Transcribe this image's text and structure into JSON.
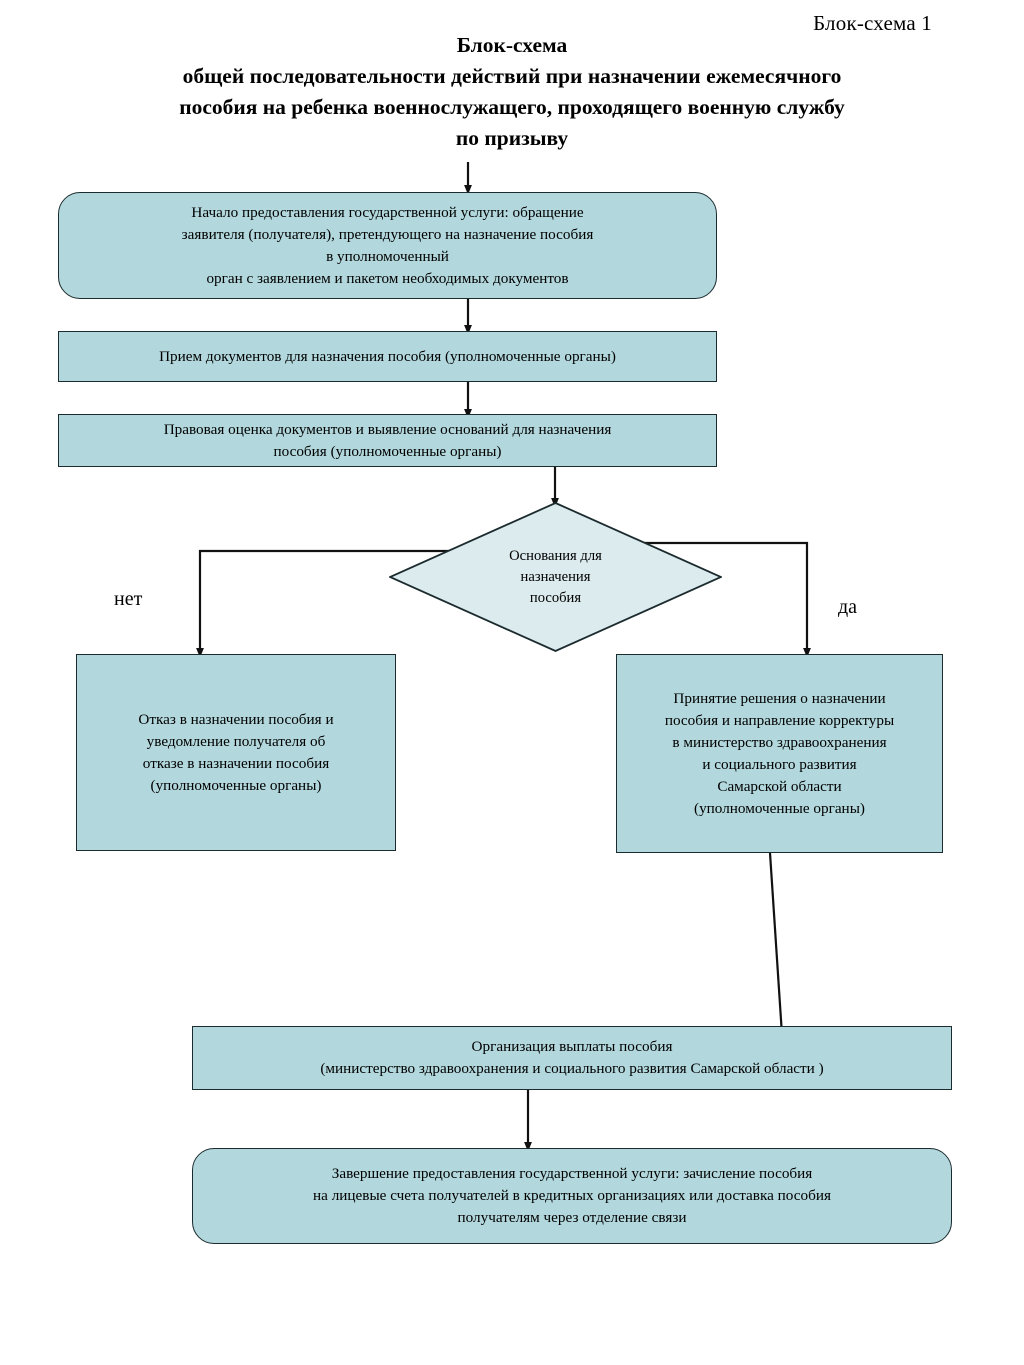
{
  "document": {
    "corner_label": "Блок-схема 1",
    "title": {
      "line1": "Блок-схема",
      "line2": "общей последовательности действий при назначении ежемесячного",
      "line3": "пособия на ребенка военнослужащего, проходящего военную службу",
      "line4": "по призыву"
    }
  },
  "palette": {
    "node_fill": "#b2d8dd",
    "diamond_fill": "#dcebee",
    "stroke": "#1b2b2e",
    "text": "#000000",
    "background": "#ffffff"
  },
  "flowchart": {
    "type": "flowchart",
    "nodes": [
      {
        "id": "start",
        "shape": "terminator",
        "lines": [
          "Начало предоставления государственной услуги: обращение",
          "заявителя (получателя), претендующего на назначение  пособия",
          "в уполномоченный",
          "орган  с заявлением и пакетом необходимых документов"
        ]
      },
      {
        "id": "intake",
        "shape": "process",
        "lines": [
          "Прием документов для назначения пособия (уполномоченные органы)"
        ]
      },
      {
        "id": "legal-review",
        "shape": "process",
        "lines": [
          "Правовая оценка документов и выявление оснований для назначения",
          "пособия (уполномоченные органы)"
        ]
      },
      {
        "id": "decision",
        "shape": "decision",
        "lines": [
          "Основания для",
          "назначения",
          "пособия"
        ]
      },
      {
        "id": "refusal",
        "shape": "process",
        "lines": [
          "Отказ в назначении пособия и",
          "уведомление получателя  об",
          "отказе в назначении пособия",
          "(уполномоченные органы)"
        ]
      },
      {
        "id": "approval",
        "shape": "process",
        "lines": [
          "Принятие решения о назначении",
          "пособия и направление  корректуры",
          "в министерство здравоохранения",
          "и социального развития",
          "Самарской области",
          "(уполномоченные органы)"
        ]
      },
      {
        "id": "payment",
        "shape": "process",
        "lines": [
          "Организация выплаты пособия",
          "(министерство здравоохранения и социального развития Самарской области )"
        ]
      },
      {
        "id": "finish",
        "shape": "terminator",
        "lines": [
          "Завершение предоставления государственной услуги: зачисление пособия",
          "на лицевые счета получателей в кредитных организациях  или доставка пособия",
          "получателям   через отделение связи"
        ]
      }
    ],
    "branch_labels": {
      "no": "нет",
      "yes": "да"
    }
  }
}
